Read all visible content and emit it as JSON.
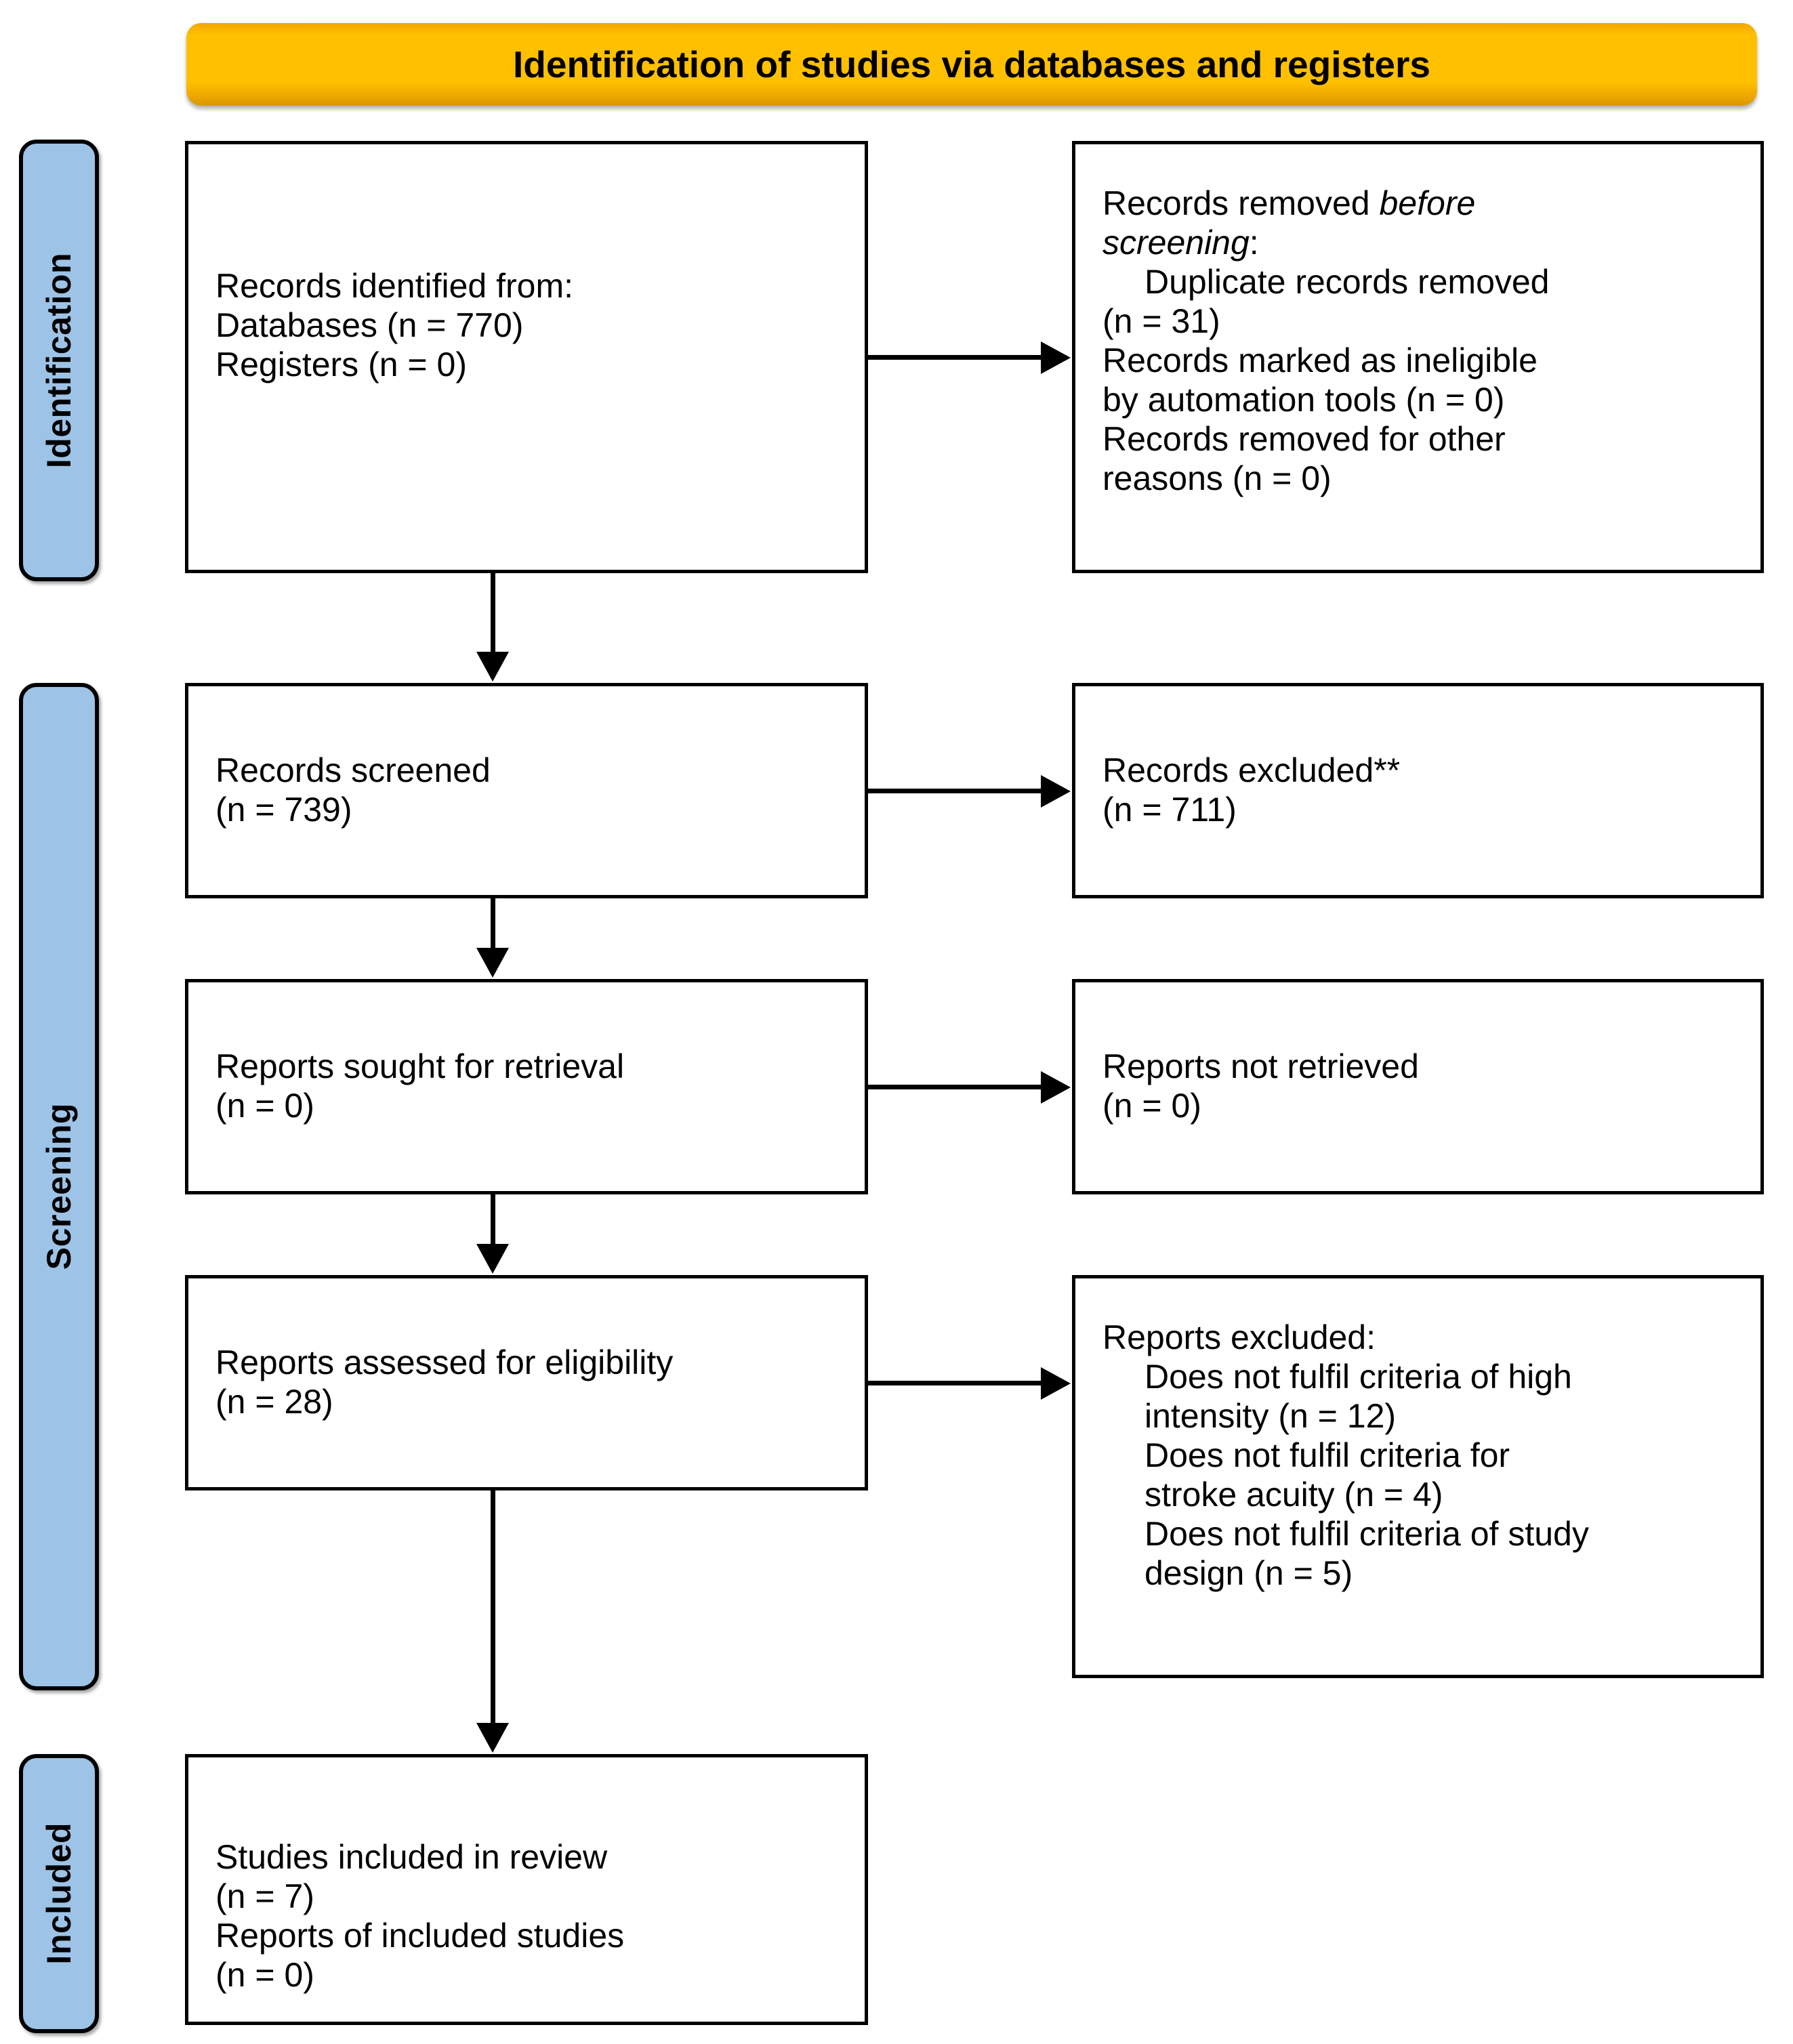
{
  "diagram": {
    "type": "PRISMA 2020 flow diagram",
    "banner": {
      "title": "Identification of studies via databases and registers",
      "color": "#ffc000"
    },
    "rails": [
      {
        "id": "identification",
        "label": "Identification",
        "color": "#9dc3e6"
      },
      {
        "id": "screening",
        "label": "Screening",
        "color": "#9dc3e6"
      },
      {
        "id": "included",
        "label": "Included",
        "color": "#9dc3e6"
      }
    ],
    "boxes": {
      "identified": {
        "line1": "Records identified from:",
        "line2": "Databases (n = 770)",
        "line3": "Registers (n = 0)"
      },
      "removed_before_screening": {
        "heading_plain": "Records removed ",
        "heading_italic_1": "before",
        "heading_italic_2": "screening",
        "heading_colon": ":",
        "item1": "Duplicate records removed",
        "item1_n": "(n = 31)",
        "item2": "Records marked as ineligible",
        "item2_cont": "by automation tools (n = 0)",
        "item3": "Records removed for other",
        "item3_cont": "reasons (n = 0)"
      },
      "records_screened": {
        "line1": "Records screened",
        "line2": "(n = 739)"
      },
      "records_excluded": {
        "line1": "Records excluded**",
        "line2": "(n = 711)"
      },
      "reports_sought": {
        "line1": "Reports sought for retrieval",
        "line2": "(n = 0)"
      },
      "reports_not_retrieved": {
        "line1": "Reports not retrieved",
        "line2": "(n = 0)"
      },
      "reports_assessed": {
        "line1": "Reports assessed for eligibility",
        "line2": "(n = 28)"
      },
      "reports_excluded": {
        "heading": "Reports excluded:",
        "item1": "Does not fulfil criteria of high",
        "item1_cont": "intensity (n = 12)",
        "item2": "Does not fulfil criteria for",
        "item2_cont": "stroke acuity (n = 4)",
        "item3": "Does not fulfil criteria of study",
        "item3_cont": "design (n = 5)"
      },
      "studies_included": {
        "line1": "Studies included in review",
        "line2": "(n = 7)",
        "line3": "Reports of included studies",
        "line4": "(n = 0)"
      }
    }
  }
}
